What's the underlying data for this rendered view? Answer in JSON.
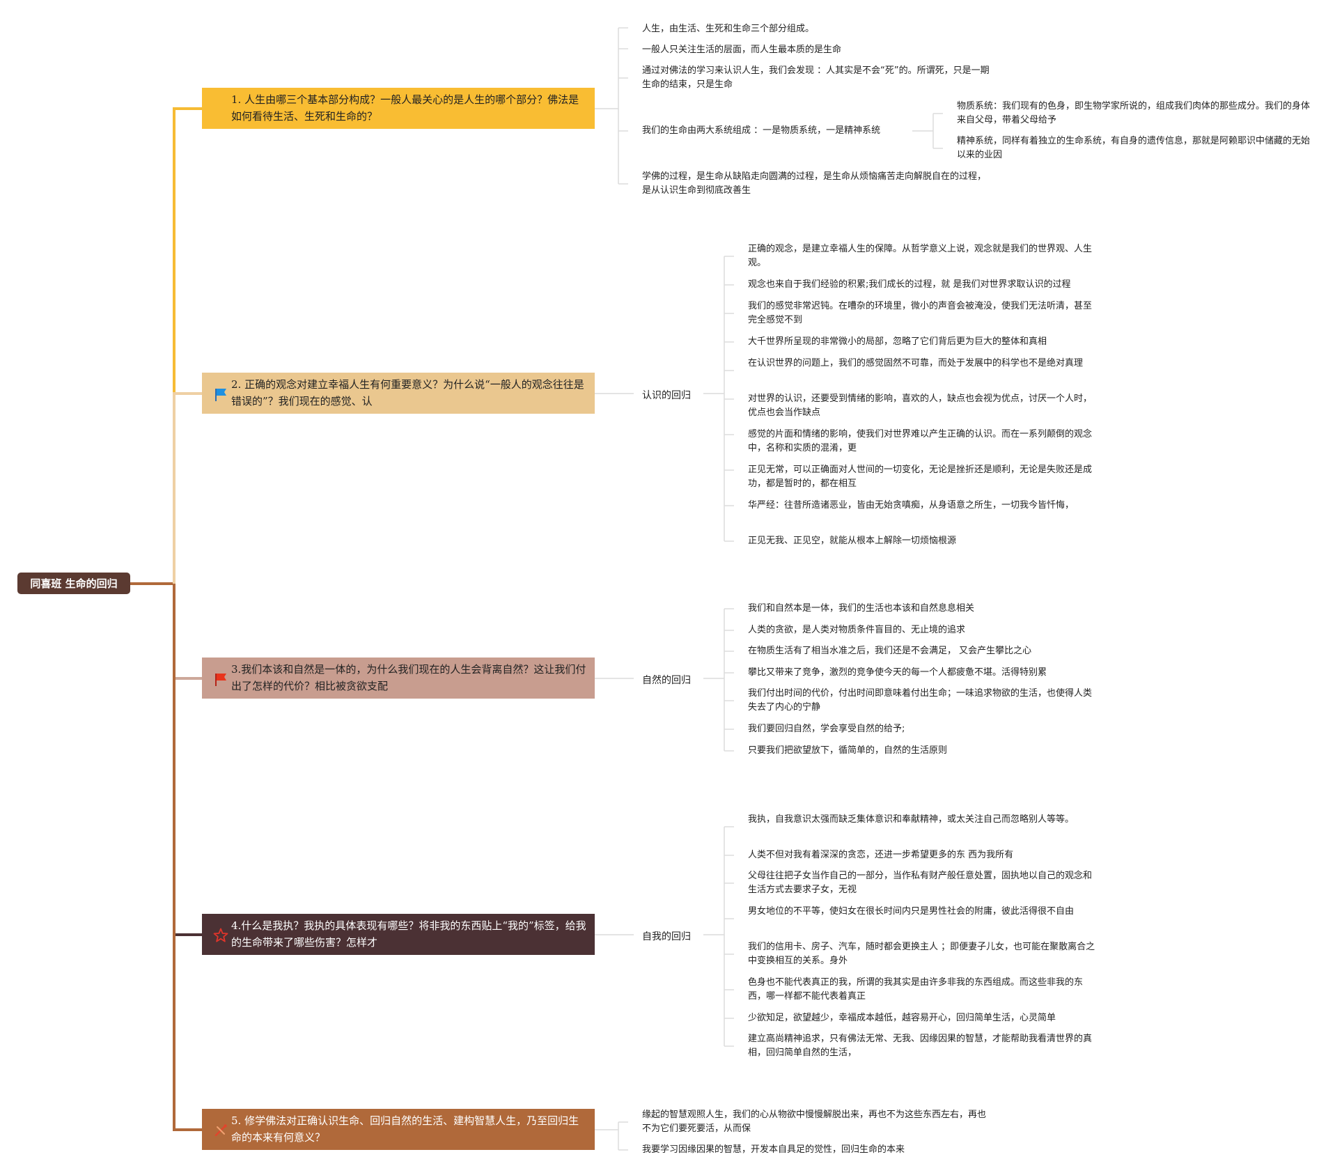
{
  "root": "同喜班 生命的回归",
  "colors": {
    "root": "#5b3a31",
    "q1": "#f9bd33",
    "q2": "#eac78f",
    "q3": "#c89d8f",
    "q4": "#4b3134",
    "q5": "#b0693a",
    "line_q1": "#f6bb34",
    "line_q2": "#efd0a4",
    "line_q3": "#cda89a",
    "line_q4": "#4b3134",
    "line_q5": "#b0693a",
    "leaf_line": "#dcdcdc"
  },
  "questions": [
    {
      "text": "1. 人生由哪三个基本部分构成？一般人最关心的是人生的哪个部分？佛法是如何看待生活、生死和生命的？",
      "icon": "none",
      "items": [
        "人生，由生活、生死和生命三个部分组成。",
        "一般人只关注生活的层面，而人生最本质的是生命",
        "通过对佛法的学习来认识人生，我们会发现 ：人其实是不会“死”的。所谓死，只是一期生命的结束，只是生命",
        "我们的生命由两大系统组成 ：一是物质系统，一是精神系统",
        "学佛的过程，是生命从缺陷走向圆满的过程，是生命从烦恼痛苦走向解脱自在的过程，是从认识生命到彻底改善生"
      ],
      "sub_items": [
        "物质系统：我们现有的色身，即生物学家所说的，组成我们肉体的那些成分。我们的身体来自父母，带着父母给予",
        "精神系统，同样有着独立的生命系统，有自身的遗传信息，那就是阿赖耶识中储藏的无始以来的业因"
      ]
    },
    {
      "text": "2. 正确的观念对建立幸福人生有何重要意义？为什么说“一般人的观念往往是错误的”？我们现在的感觉、认",
      "icon": "blue-flag-icon",
      "category": "认识的回归",
      "items": [
        "正确的观念，是建立幸福人生的保障。从哲学意义上说，观念就是我们的世界观、人生观。",
        "观念也来自于我们经验的积累;我们成长的过程，就 是我们对世界求取认识的过程",
        "我们的感觉非常迟钝。在嘈杂的环境里，微小的声音会被淹没，使我们无法听清，甚至完全感觉不到",
        "大千世界所呈现的非常微小的局部，忽略了它们背后更为巨大的整体和真相",
        "在认识世界的问题上，我们的感觉固然不可靠，而处于发展中的科学也不是绝对真理",
        "对世界的认识，还要受到情绪的影响，喜欢的人，缺点也会视为优点，讨厌一个人时，优点也会当作缺点",
        "感觉的片面和情绪的影响，使我们对世界难以产生正确的认识。而在一系列颠倒的观念中，名称和实质的混淆，更",
        "正见无常，可以正确面对人世间的一切变化，无论是挫折还是顺利，无论是失败还是成功，都是暂时的，都在相互",
        "华严经：往昔所造诸恶业，皆由无始贪嗔痴，从身语意之所生，一切我今皆忏悔，",
        "正见无我、正见空，就能从根本上解除一切烦恼根源"
      ]
    },
    {
      "text": "3.我们本该和自然是一体的，为什么我们现在的人生会背离自然？这让我们付出了怎样的代价？相比被贪欲支配",
      "icon": "red-flag-icon",
      "category": "自然的回归",
      "items": [
        "我们和自然本是一体，我们的生活也本该和自然息息相关",
        "人类的贪欲，是人类对物质条件盲目的、无止境的追求",
        "在物质生活有了相当水准之后，我们还是不会满足， 又会产生攀比之心",
        "攀比又带来了竞争，激烈的竞争使今天的每一个人都疲惫不堪。活得特别累",
        "我们付出时间的代价，付出时间即意味着付出生命；一味追求物欲的生活，也使得人类失去了内心的宁静",
        "我们要回归自然，学会享受自然的给予;",
        "只要我们把欲望放下，循简单的，自然的生活原则"
      ]
    },
    {
      "text": "4.什么是我执？我执的具体表现有哪些？将非我的东西贴上“我的”标签，给我的生命带来了哪些伤害？怎样才",
      "icon": "star-icon",
      "category": "自我的回归",
      "items": [
        "我执，自我意识太强而缺乏集体意识和奉献精神，或太关注自己而忽略别人等等。",
        "人类不但对我有着深深的贪恋，还进一步希望更多的东 西为我所有",
        "父母往往把子女当作自己的一部分，当作私有财产般任意处置，固执地以自己的观念和生活方式去要求子女，无视",
        "男女地位的不平等，使妇女在很长时间内只是男性社会的附庸，彼此活得很不自由",
        "我们的信用卡、房子、汽车，随时都会更换主人 ；即便妻子儿女，也可能在聚散离合之中变换相互的关系。身外",
        "色身也不能代表真正的我，所谓的我其实是由许多非我的东西组成。而这些非我的东西，哪一样都不能代表着真正",
        "少欲知足，欲望越少，幸福成本越低，越容易开心，回归简单生活，心灵简单",
        "建立高尚精神追求，只有佛法无常、无我、因缘因果的智慧，才能帮助我看清世界的真相，回归简单自然的生活，"
      ]
    },
    {
      "text": "5. 修学佛法对正确认识生命、回归自然的生活、建构智慧人生，乃至回归生命的本来有何意义？",
      "icon": "tools-icon",
      "items": [
        "缘起的智慧观照人生，我们的心从物欲中慢慢解脱出来，再也不为这些东西左右，再也不为它们要死要活，从而保",
        "我要学习因缘因果的智慧，开发本自具足的觉性，回归生命的本来"
      ]
    }
  ]
}
